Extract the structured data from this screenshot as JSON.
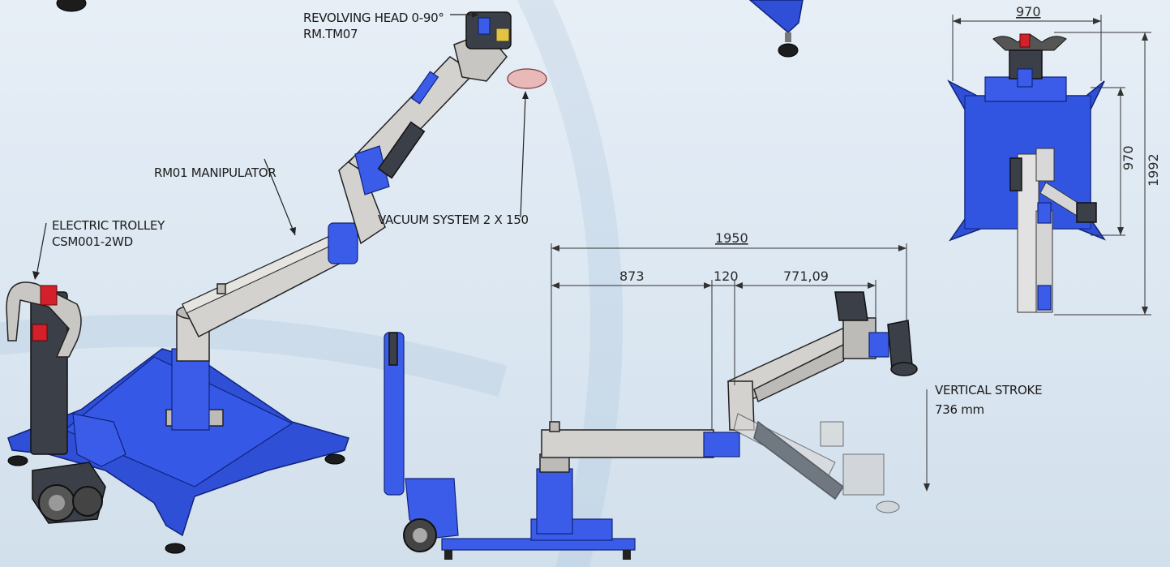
{
  "labels": {
    "revolving_head": "REVOLVING  HEAD 0-90°",
    "revolving_head_code": "RM.TM07",
    "manipulator": "RM01 MANIPULATOR",
    "trolley": "ELECTRIC TROLLEY",
    "trolley_code": "CSM001-2WD",
    "vacuum": "VACUUM SYSTEM  2 X 150",
    "vertical_stroke": "VERTICAL STROKE",
    "vertical_stroke_value": "736 mm"
  },
  "side_view_dimensions": {
    "total": "1950",
    "segment_1": "873",
    "segment_2": "120",
    "segment_3": "771,09"
  },
  "top_view_dimensions": {
    "width": "970",
    "inner_height": "970",
    "total_height": "1992"
  },
  "colors": {
    "machine_blue": "#2f4fd6",
    "steel": "#d4d2cf",
    "background": "#dde8f2"
  }
}
